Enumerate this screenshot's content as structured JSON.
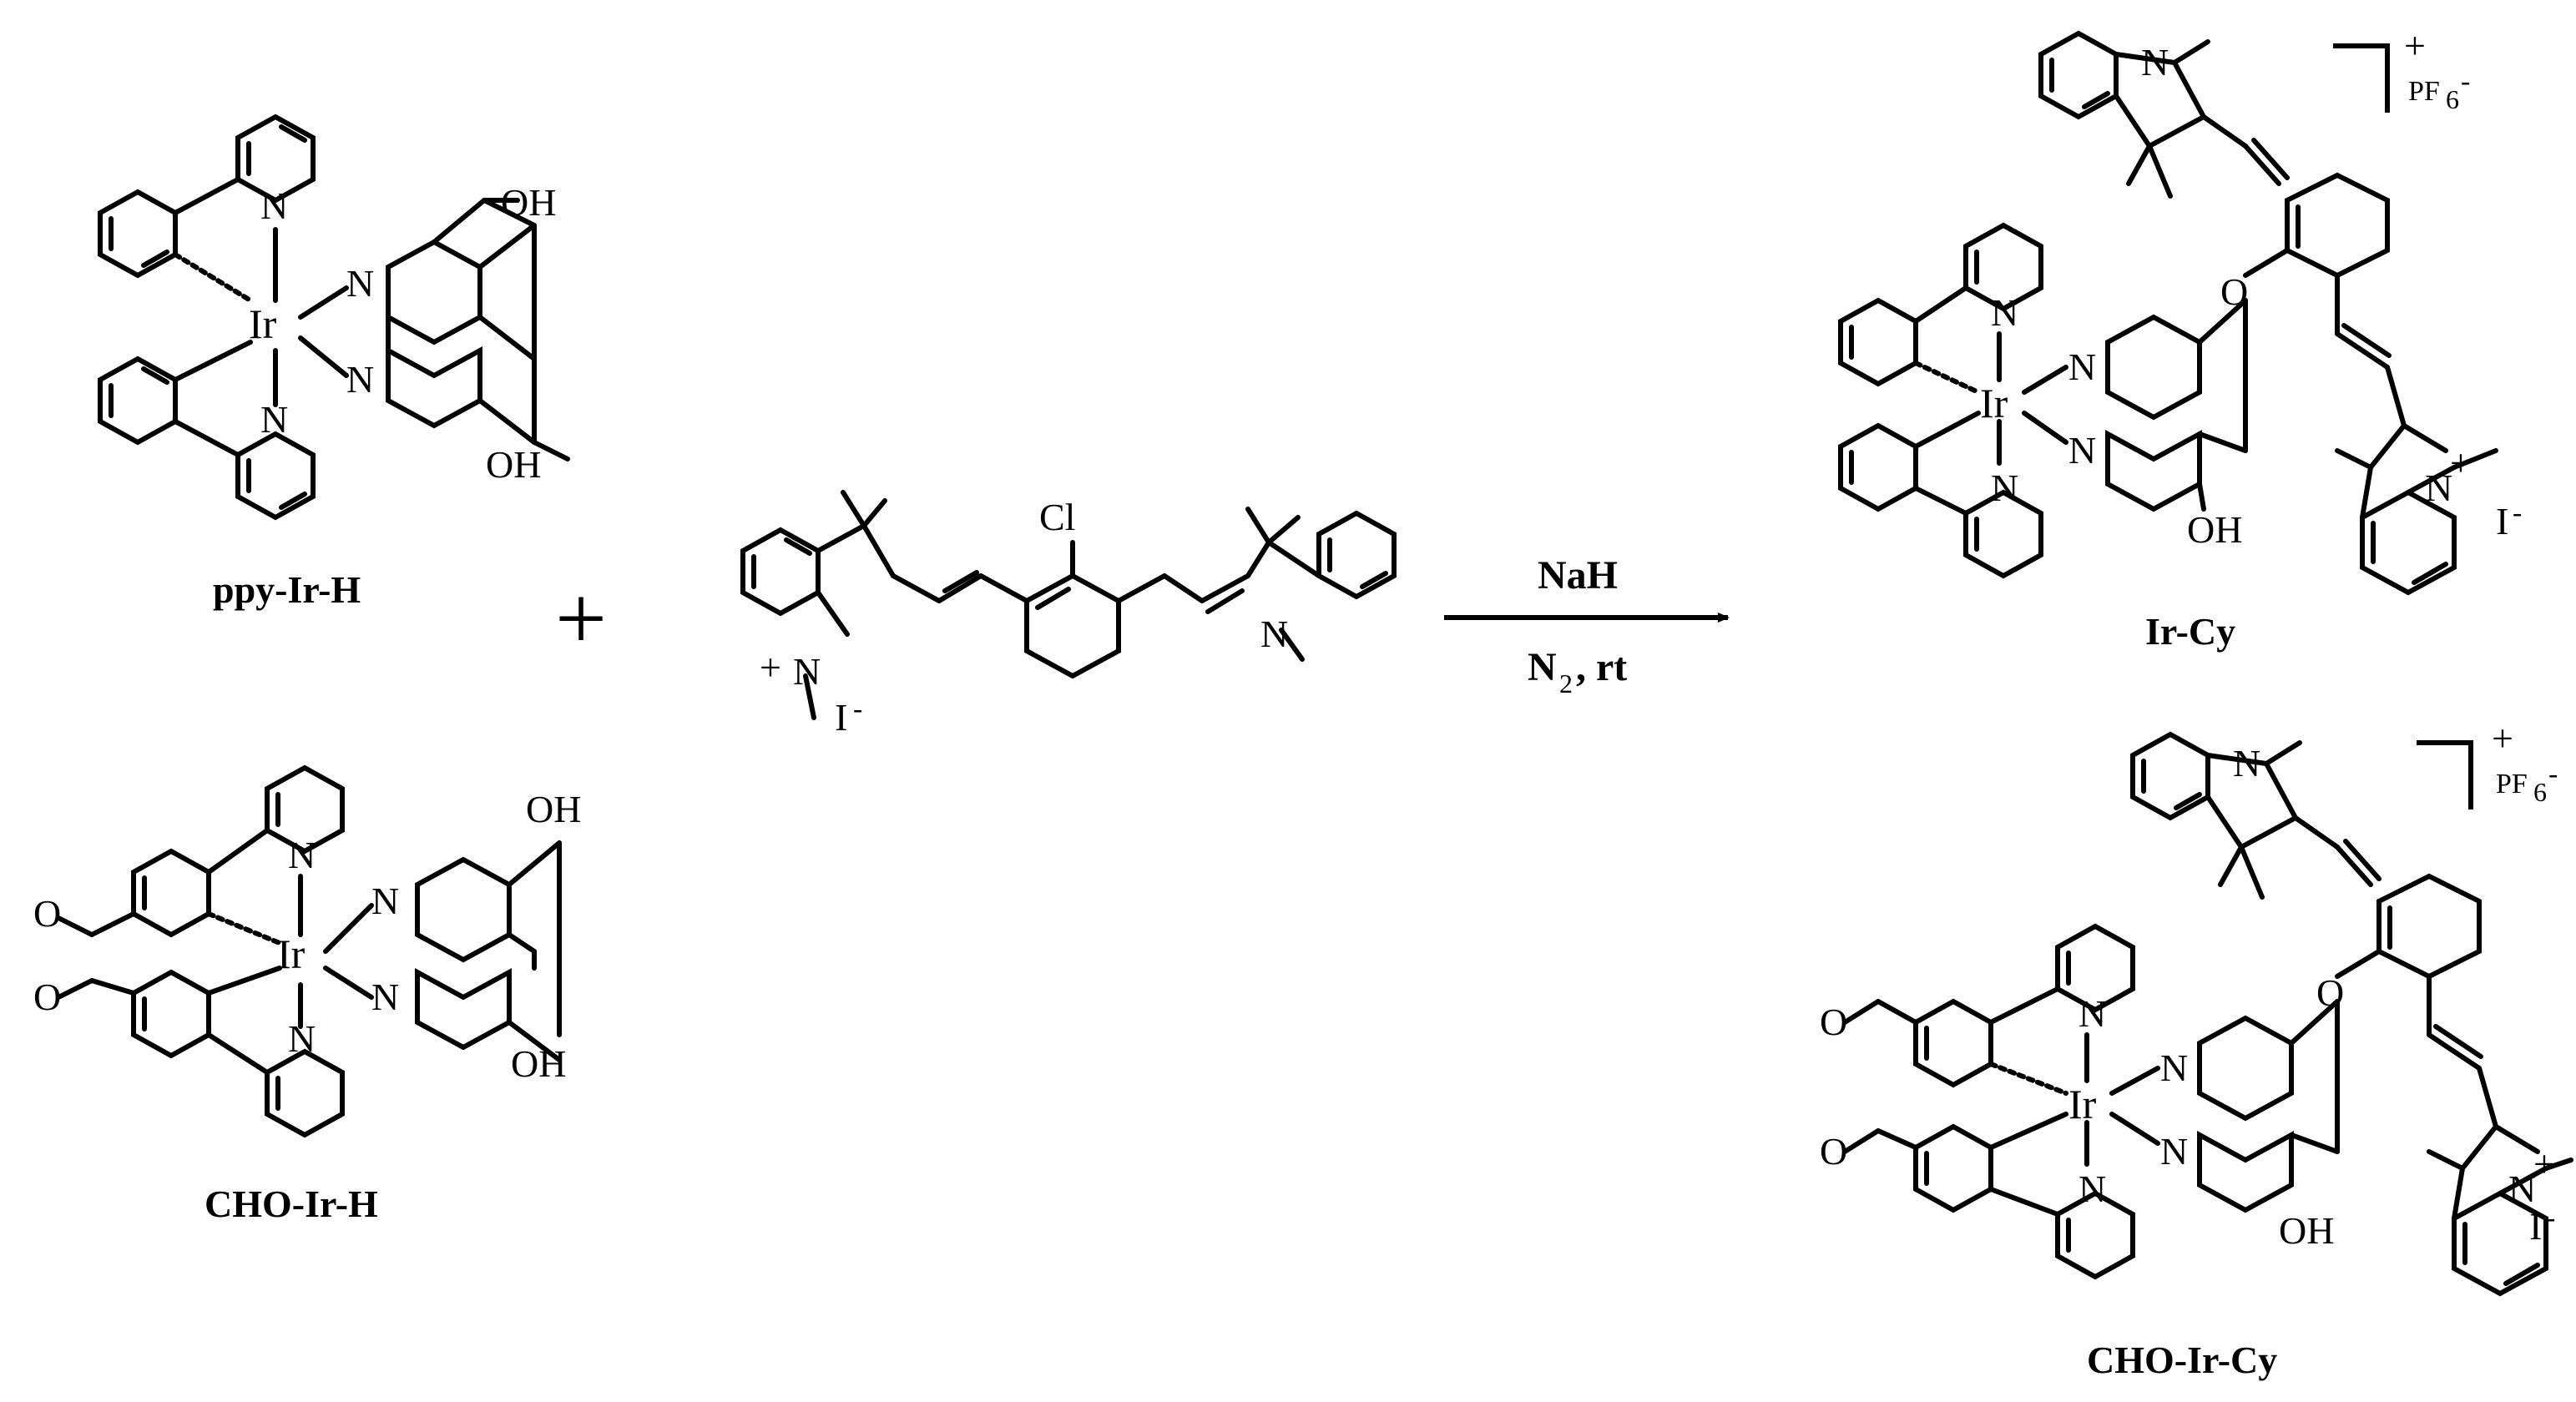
{
  "compounds": {
    "ppy_ir_h": "ppy-Ir-H",
    "cho_ir_h": "CHO-Ir-H",
    "ir_cy": "Ir-Cy",
    "cho_ir_cy": "CHO-Ir-Cy"
  },
  "reaction": {
    "plus": "+",
    "reagent": "NaH",
    "conditions_n": "N",
    "conditions_sub": "2",
    "conditions_rest": " , rt"
  },
  "atoms": {
    "iridium": "Ir",
    "nitrogen": "N",
    "hydroxyl": "OH",
    "oxygen": "O",
    "chlorine": "Cl",
    "iodide": "I",
    "charge_minus": "-",
    "charge_plus": "+",
    "counterion": "PF",
    "counterion_sub": "6"
  },
  "colors": {
    "ink": "#000000",
    "background": "#ffffff"
  }
}
